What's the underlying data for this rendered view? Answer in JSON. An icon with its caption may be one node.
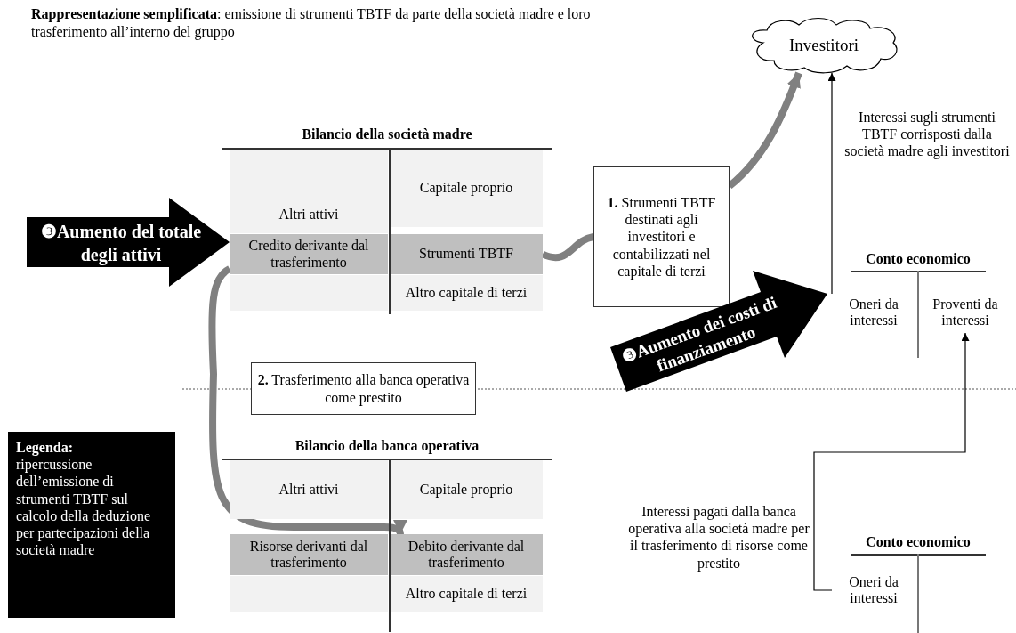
{
  "diagram": {
    "title": "**Rappresentazione semplificata**: emissione di strumenti TBTF da parte della società madre e loro trasferimento all’interno del gruppo",
    "nodes": [
      {
        "text": [
          "Investitori"
        ]
      },
      {
        "text": [
          "Bilancio della società madre"
        ]
      },
      {
        "text": [
          "Altri attivi"
        ],
        "in": 1
      },
      {
        "text": [
          "Credito derivante dal trasferimento"
        ],
        "in": 1
      },
      {
        "text": [
          "Capitale proprio"
        ],
        "in": 1
      },
      {
        "text": [
          "Strumenti TBTF"
        ],
        "in": 1
      },
      {
        "text": [
          "Altro capitale di terzi"
        ],
        "in": 1
      },
      {
        "text": [
          "**1.** Strumenti TBTF destinati agli investitori e contabilizzati nel capitale di terzi"
        ]
      },
      {
        "text": [
          "**2.** Trasferimento alla banca operativa come prestito"
        ]
      },
      {
        "text": [
          "Bilancio della banca operativa"
        ]
      },
      {
        "text": [
          "Altri attivi"
        ],
        "in": 9
      },
      {
        "text": [
          "Risorse derivanti dal trasferimento"
        ],
        "in": 9
      },
      {
        "text": [
          "Capitale proprio"
        ],
        "in": 9
      },
      {
        "text": [
          "Debito derivante dal trasferimento"
        ],
        "in": 9
      },
      {
        "text": [
          "Altro capitale di terzi"
        ],
        "in": 9
      },
      {
        "text": [
          "❸Aumento del totale degli attivi"
        ]
      },
      {
        "text": [
          "❸Aumento dei costi di finanziamento"
        ]
      },
      {
        "text": [
          "Conto economico"
        ]
      },
      {
        "text": [
          "Oneri da interessi"
        ],
        "in": 17
      },
      {
        "text": [
          "Proventi da interessi"
        ],
        "in": 17
      },
      {
        "text": [
          "Conto economico"
        ]
      },
      {
        "text": [
          "Oneri da interessi"
        ],
        "in": 20
      },
      {
        "text": [
          "Legenda:",
          "ripercussione dell’emissione di strumenti TBTF sul calcolo della deduzione per partecipazioni della società madre"
        ]
      },
      {
        "text": [],
        "shape": "box",
        "in": 1
      },
      {
        "text": [],
        "shape": "box",
        "in": 9
      }
    ],
    "edges": [
      {
        "from": 5,
        "to": 7,
        "arrow": "none"
      },
      {
        "from": 7,
        "to": 0,
        "arrow": "to"
      },
      {
        "from": 3,
        "to": 13,
        "arrow": "to"
      },
      {
        "from": 18,
        "to": 0,
        "arrow": "to",
        "color": "#000000",
        "label": "Interessi sugli strumenti TBTF corrisposti dalla società madre agli investitori"
      },
      {
        "from": 21,
        "to": 19,
        "arrow": "to",
        "color": "#000000",
        "label": "Interessi pagati dalla banca operativa alla società madre per il trasferimento di risorse come prestito"
      }
    ]
  }
}
